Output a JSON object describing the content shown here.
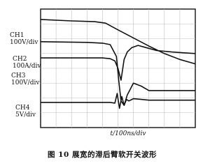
{
  "chart_data": {
    "type": "line",
    "title": "",
    "xlabel": "t/100ns/div",
    "ylabel": "",
    "grid": true,
    "divisions": {
      "x": 10,
      "y": 8
    },
    "series": [
      {
        "name": "CH1",
        "scale": "100V/div",
        "x": [
          0,
          2.0,
          3.5,
          4.2,
          5.0,
          6.0,
          7.0,
          8.0,
          9.0,
          10.0
        ],
        "y": [
          7.3,
          7.2,
          7.15,
          7.05,
          6.6,
          6.05,
          5.5,
          5.0,
          4.6,
          4.3
        ]
      },
      {
        "name": "CH2",
        "scale": "100A/div",
        "x": [
          0,
          3.0,
          4.0,
          4.5,
          4.9,
          5.05,
          5.2,
          5.4,
          5.6,
          6.0,
          6.5,
          7.0,
          8.0,
          10.0
        ],
        "y": [
          5.8,
          5.75,
          5.7,
          5.6,
          4.8,
          3.2,
          1.8,
          1.5,
          2.2,
          3.0,
          2.8,
          2.5,
          2.5,
          2.5
        ]
      },
      {
        "name": "CH3",
        "scale": "100V/div",
        "x": [
          0,
          3.0,
          4.0,
          4.5,
          4.8,
          5.0,
          5.2,
          5.4,
          5.6,
          5.9,
          6.3,
          6.8,
          7.5,
          8.5,
          10.0
        ],
        "y": [
          4.7,
          4.7,
          4.7,
          4.65,
          4.5,
          4.0,
          3.2,
          4.6,
          5.1,
          5.4,
          5.55,
          5.4,
          5.2,
          5.1,
          5.0
        ]
      },
      {
        "name": "CH4",
        "scale": "5V/div",
        "x": [
          0,
          4.5,
          4.8,
          4.95,
          5.1,
          5.25,
          5.4,
          5.55,
          5.7,
          6.0,
          6.5,
          7.0,
          10.0
        ],
        "y": [
          1.7,
          1.7,
          1.65,
          2.3,
          1.3,
          2.1,
          1.5,
          1.9,
          1.8,
          1.95,
          1.9,
          1.85,
          1.85
        ]
      }
    ]
  },
  "caption": "图 10    展宽的滞后臂软开关波形"
}
